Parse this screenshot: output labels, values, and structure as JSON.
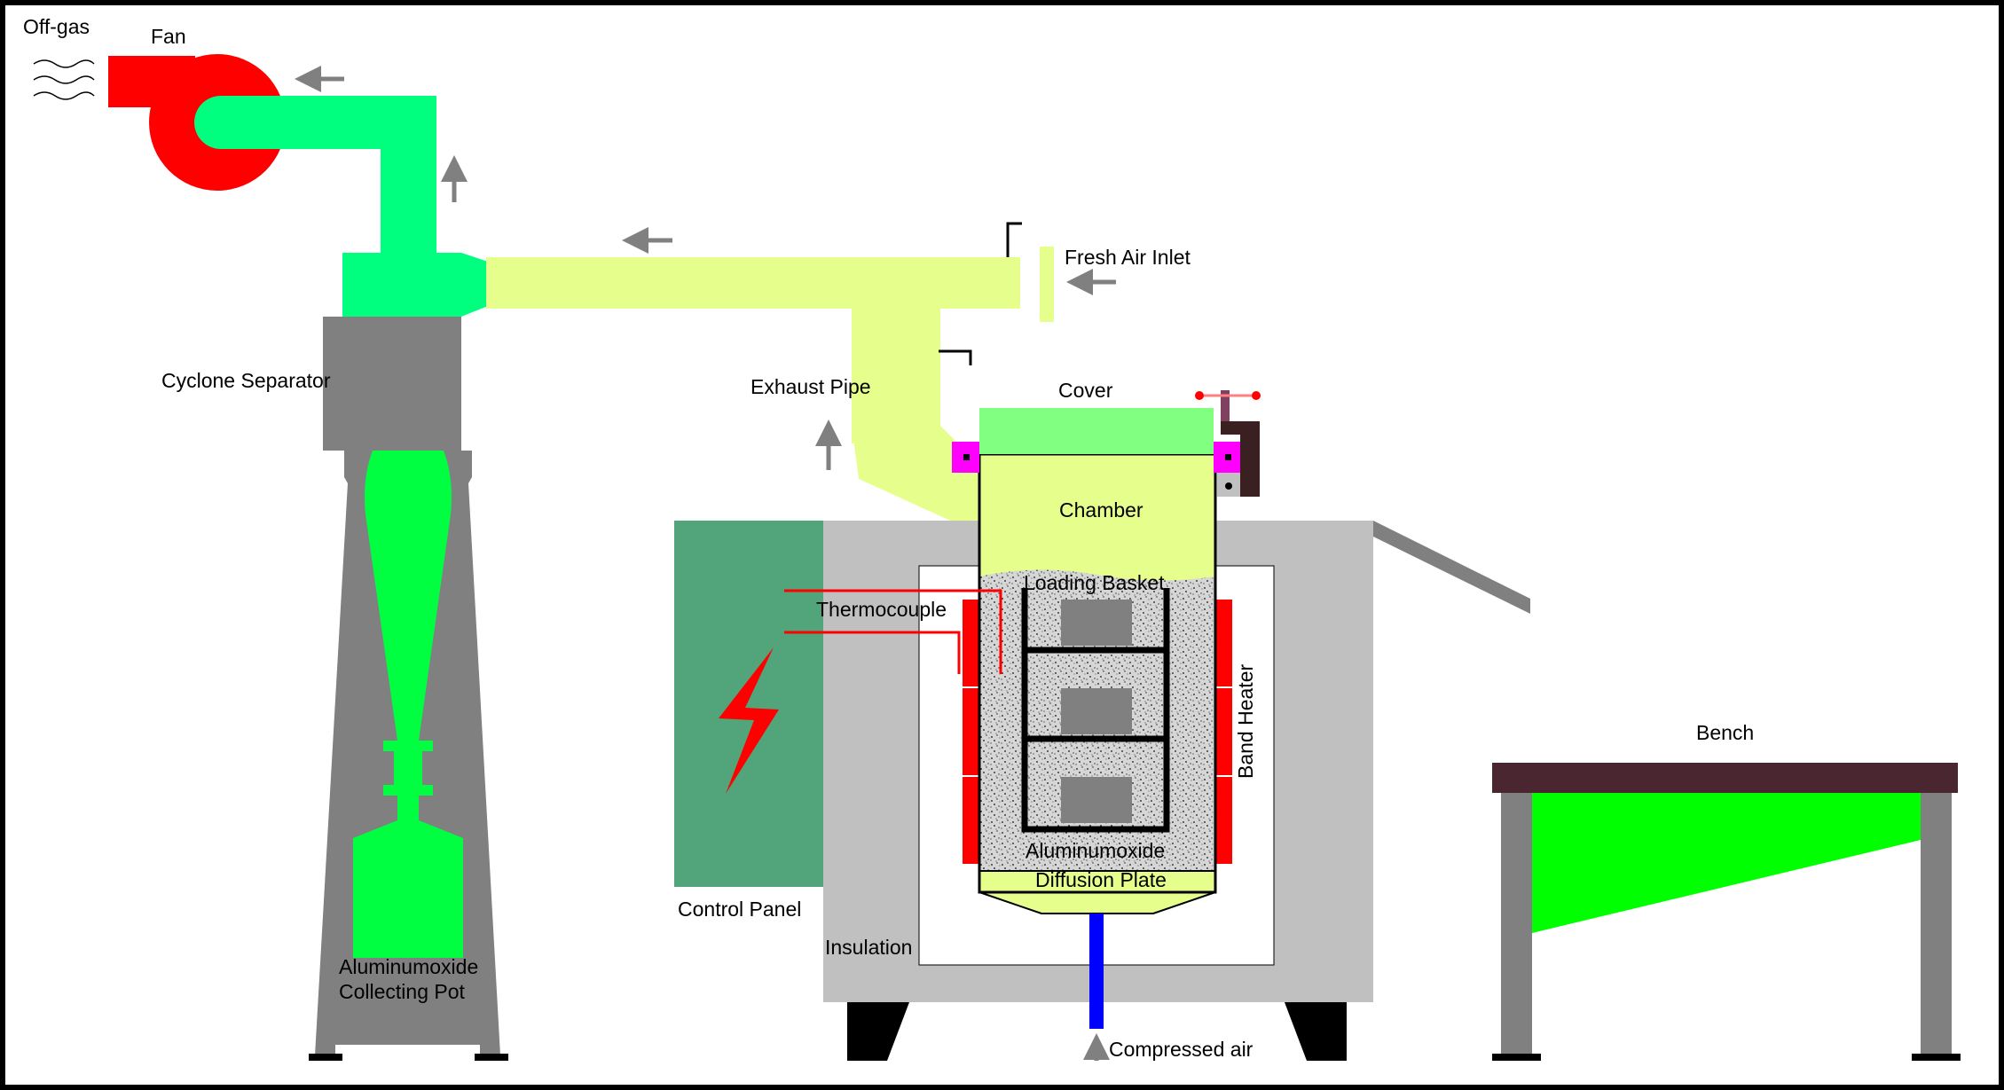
{
  "labels": {
    "off_gas": "Off-gas",
    "fan": "Fan",
    "cyclone_separator": "Cyclone Separator",
    "exhaust_pipe": "Exhaust Pipe",
    "cover": "Cover",
    "fresh_air_inlet": "Fresh Air Inlet",
    "chamber": "Chamber",
    "loading_basket": "Loading Basket",
    "thermocouple": "Thermocouple",
    "band_heater": "Band Heater",
    "aluminumoxide": "Aluminumoxide",
    "diffusion_plate": "Diffusion Plate",
    "control_panel": "Control Panel",
    "insulation": "Insulation",
    "compressed_air": "Compressed air",
    "collecting_pot_line1": "Aluminumoxide",
    "collecting_pot_line2": "Collecting Pot",
    "bench": "Bench"
  },
  "colors": {
    "fan": "#ff0000",
    "fan_duct": "#00ff7f",
    "exhaust_duct": "#e6ff8c",
    "cyclone_body": "#808080",
    "aluminumoxide_green": "#00ff40",
    "cover": "#80ff80",
    "clamp_magenta": "#ff00ff",
    "control_panel": "#52a57b",
    "furnace_body": "#c0c0c0",
    "band_heater": "#ff0000",
    "compressed_air_pipe": "#0000ff",
    "bench_top": "#4a2630",
    "flow_arrow": "#808080"
  },
  "icons": {
    "off_gas": "wavy-lines-icon",
    "control_panel": "lightning-bolt-icon",
    "flow": "arrow-icon"
  }
}
